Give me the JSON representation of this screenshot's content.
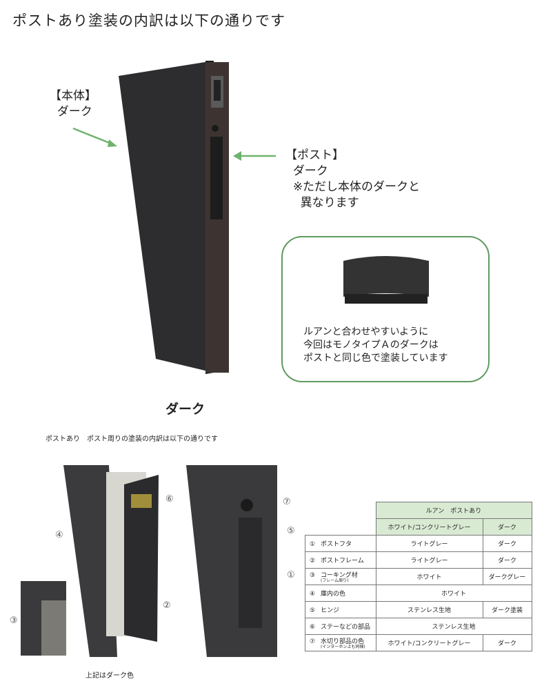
{
  "page_title": "ポストあり塗装の内訳は以下の通りです",
  "body_callout": {
    "title": "【本体】",
    "color": "ダーク"
  },
  "post_callout": {
    "title": "【ポスト】",
    "color": "ダーク",
    "note_line1": "※ただし本体のダークと",
    "note_line2": "異なります"
  },
  "note_box": {
    "line1": "ルアンと合わせやすいように",
    "line2": "今回はモノタイプＡのダークは",
    "line3": "ポストと同じ色で塗装しています"
  },
  "main_caption": "ダーク",
  "section_caption": "ポストあり　ポスト周りの塗装の内訳は以下の通りです",
  "bottom_caption": "上記はダーク色",
  "markers": [
    "①",
    "②",
    "③",
    "④",
    "⑤",
    "⑥",
    "⑦"
  ],
  "table": {
    "header": "ルアン　ポストあり",
    "col1": "ホワイト/コンクリートグレー",
    "col2": "ダーク",
    "rows": [
      {
        "label": "ポストフタ",
        "v1": "ライトグレー",
        "v2": "ダーク"
      },
      {
        "label": "ポストフレーム",
        "v1": "ライトグレー",
        "v2": "ダーク"
      },
      {
        "label": "コーキング材",
        "sub": "(フレーム周り)",
        "v1": "ホワイト",
        "v2": "ダークグレー"
      },
      {
        "label": "庫内の色",
        "merged": "ホワイト"
      },
      {
        "label": "ヒンジ",
        "v1": "ステンレス生地",
        "v2": "ダーク塗装"
      },
      {
        "label": "ステーなどの部品",
        "merged": "ステンレス生地"
      },
      {
        "label": "水切り部品の色",
        "sub": "(インターホン上も同様)",
        "v1": "ホワイト/コンクリートグレー",
        "v2": "ダーク"
      }
    ]
  },
  "colors": {
    "green": "#6db36d",
    "dark": "#2b2b2d",
    "table_header": "#d9ead3"
  }
}
